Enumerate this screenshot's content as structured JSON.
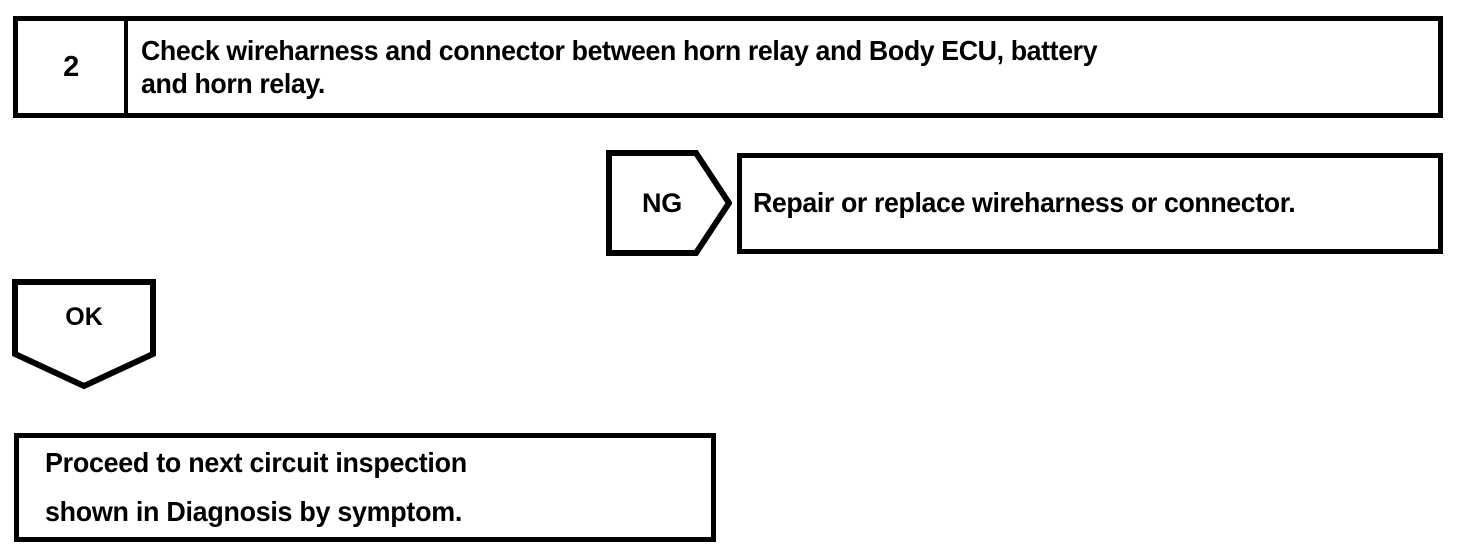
{
  "diagram": {
    "type": "troubleshooting-flowchart",
    "line_color": "#000000",
    "background_color": "#ffffff",
    "text_color": "#000000"
  },
  "step": {
    "number": "2",
    "instruction": "Check wireharness and connector between horn relay and Body ECU, battery\nand horn relay."
  },
  "branch_ng": {
    "label": "NG",
    "result": "Repair or replace wireharness or connector."
  },
  "branch_ok": {
    "label": "OK",
    "result": "Proceed to next circuit inspection\nshown  in Diagnosis by symptom."
  }
}
